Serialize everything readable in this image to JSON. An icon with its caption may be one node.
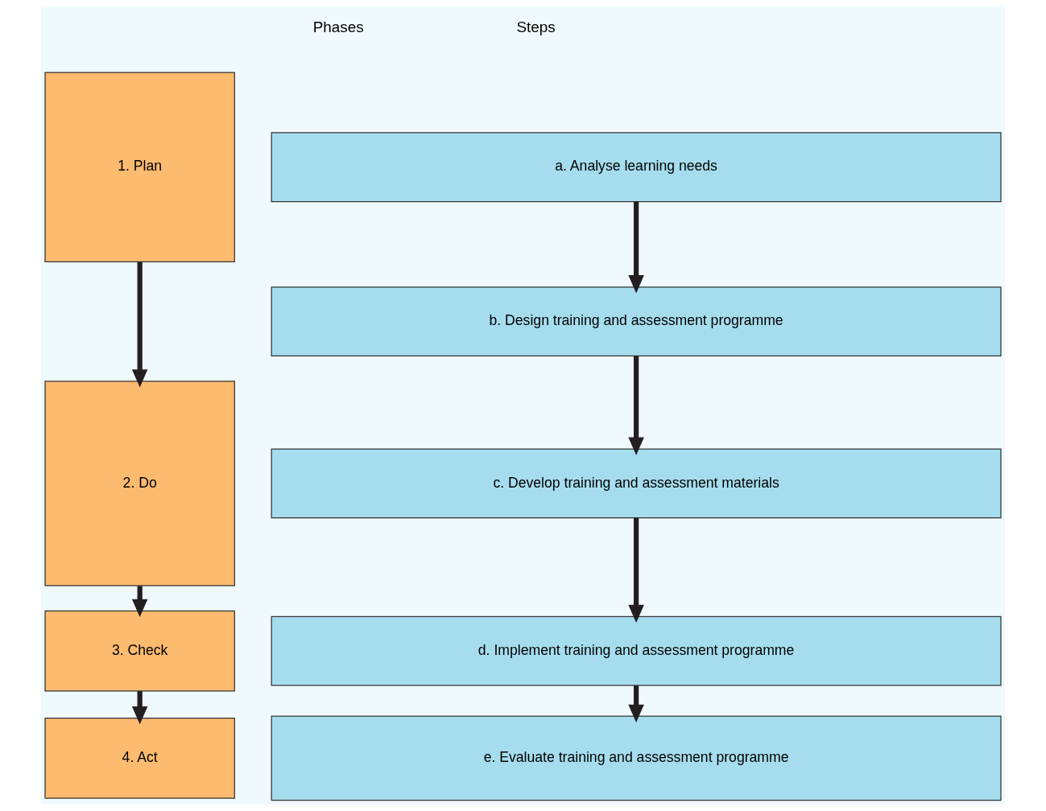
{
  "diagram": {
    "nodes": [
      {
        "text": [
          "1. Plan"
        ]
      },
      {
        "text": [
          "2. Do"
        ]
      },
      {
        "text": [
          "3. Check"
        ]
      },
      {
        "text": [
          "4. Act"
        ]
      },
      {
        "text": [
          "a. Analyse learning needs"
        ]
      },
      {
        "text": [
          "b. Design training and assessment programme"
        ]
      },
      {
        "text": [
          "c. Develop training and assessment materials"
        ]
      },
      {
        "text": [
          "d. Implement training and assessment programme"
        ]
      },
      {
        "text": [
          "e. Evaluate training and assessment programme"
        ]
      }
    ],
    "edges": [
      {
        "from": 0,
        "to": 1,
        "arrow": "to"
      },
      {
        "from": 1,
        "to": 2,
        "arrow": "to"
      },
      {
        "from": 2,
        "to": 3,
        "arrow": "to"
      },
      {
        "from": 4,
        "to": 5,
        "arrow": "to"
      },
      {
        "from": 5,
        "to": 6,
        "arrow": "to"
      },
      {
        "from": 6,
        "to": 7,
        "arrow": "to"
      },
      {
        "from": 7,
        "to": 8,
        "arrow": "to"
      }
    ],
    "labels": [
      "Phases",
      "Steps"
    ]
  }
}
